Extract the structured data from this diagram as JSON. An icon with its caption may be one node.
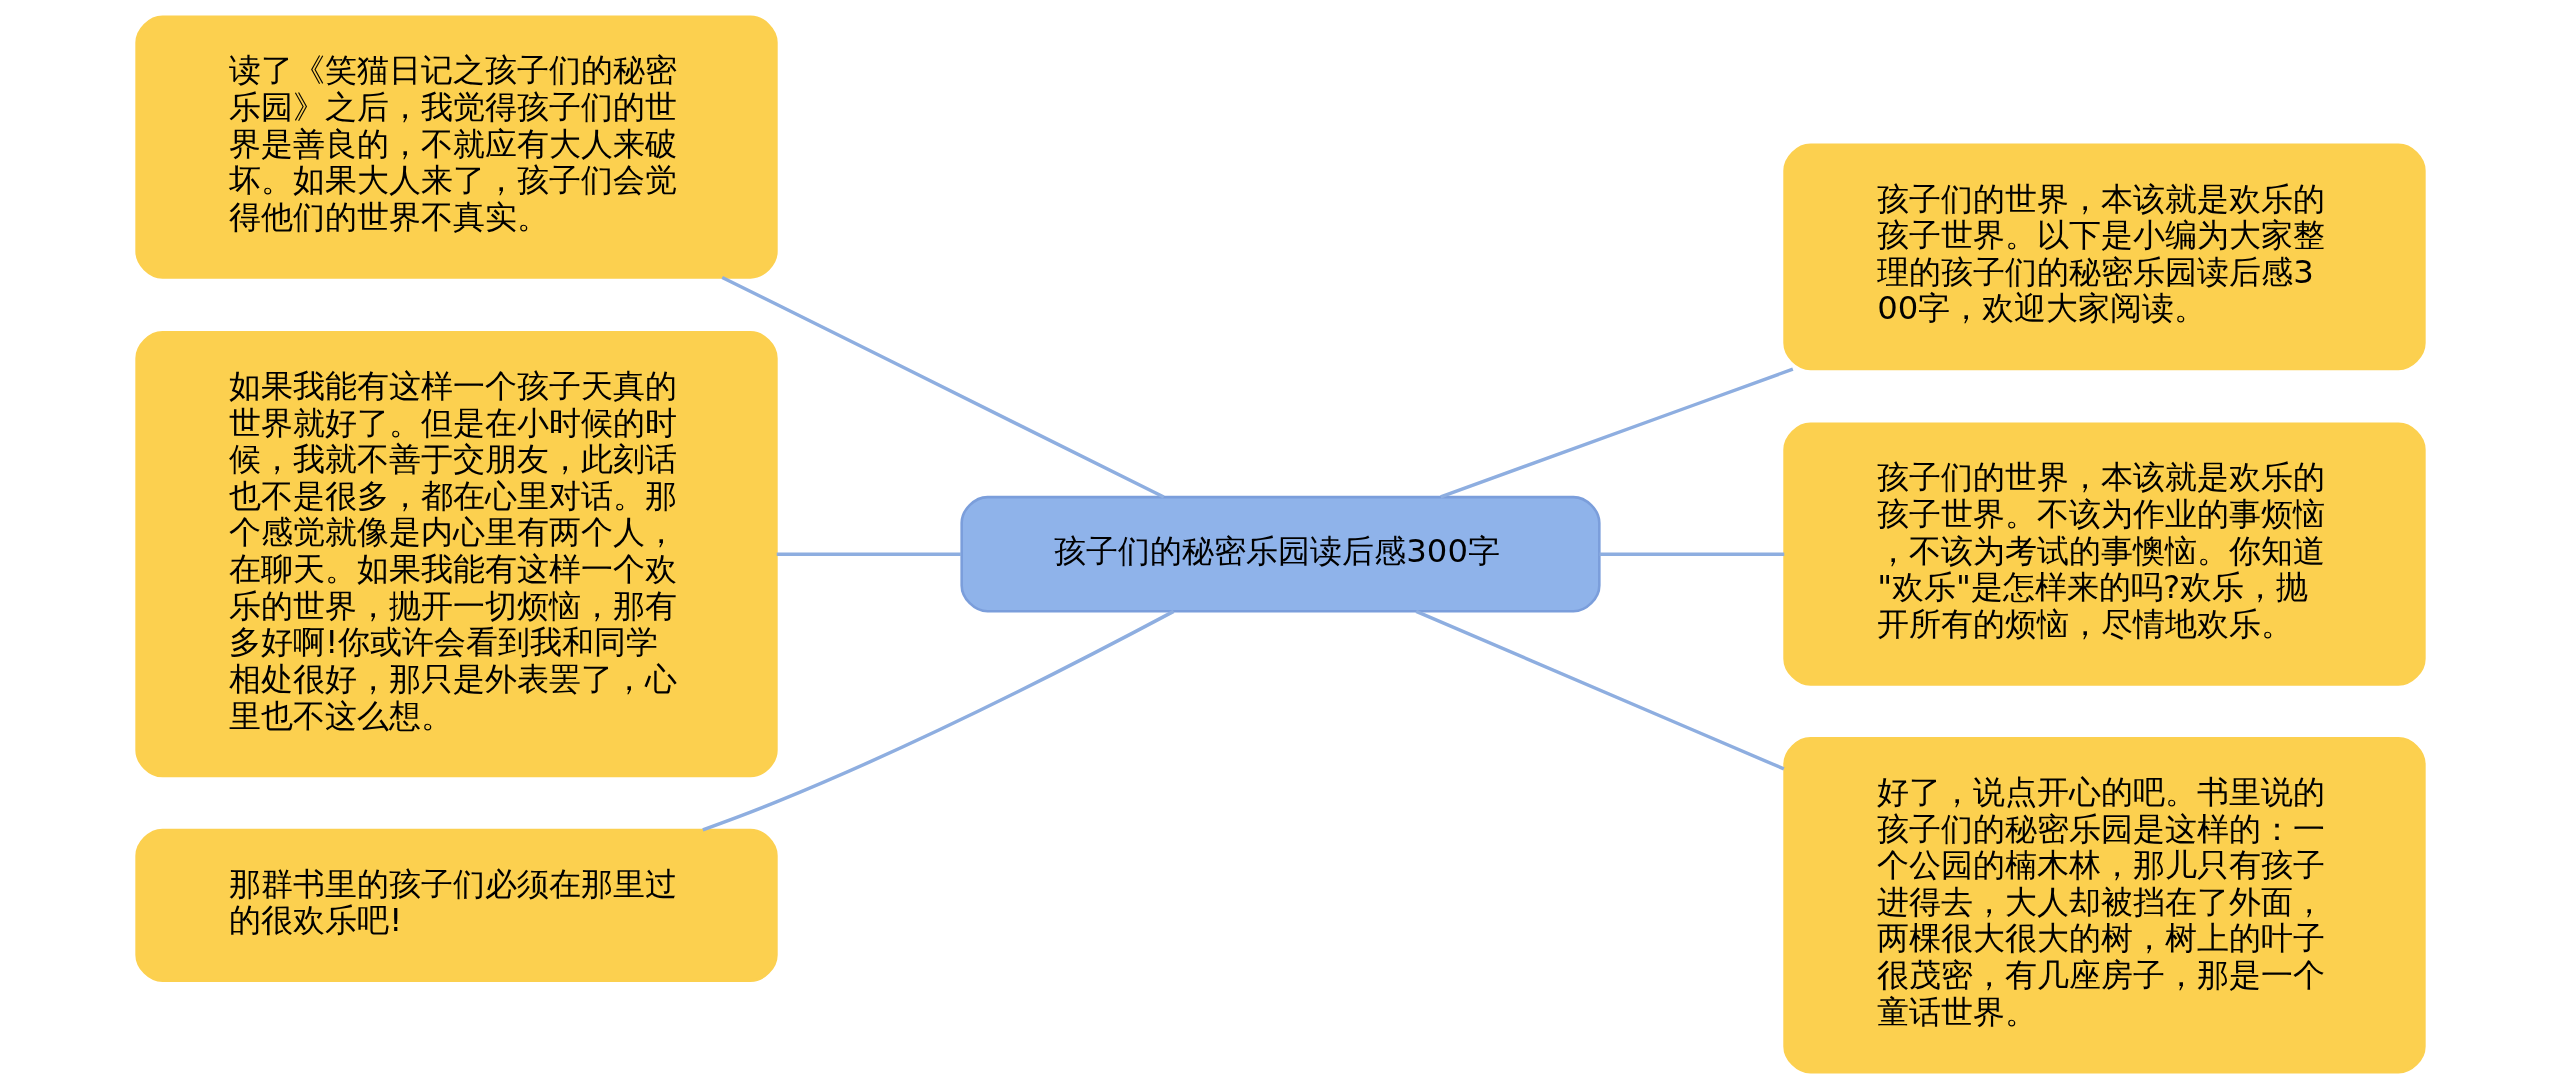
{
  "diagram": {
    "nodes": [
      {
        "text": [
          "孩子们的秘密乐园读后感300字"
        ]
      },
      {
        "text": [
          "读了《笑猫日记之孩子们的秘密乐园》之后，我觉得孩子们的世界是善良的，不就应有大人来破坏。如果大人来了，孩子们会觉得他们的世界不真实。"
        ]
      },
      {
        "text": [
          "如果我能有这样一个孩子天真的世界就好了。但是在小时候的时候，我就不善于交朋友，此刻话也不是很多，都在心里对话。那个感觉就像是内心里有两个人，在聊天。如果我能有这样一个欢乐的世界，抛开一切烦恼，那有多好啊!你或许会看到我和同学相处很好，那只是外表罢了，心里也不这么想。"
        ]
      },
      {
        "text": [
          "那群书里的孩子们必须在那里过的很欢乐吧!"
        ]
      },
      {
        "text": [
          "孩子们的世界，本该就是欢乐的孩子世界。以下是小编为大家整理的孩子们的秘密乐园读后感300字，欢迎大家阅读。"
        ]
      },
      {
        "text": [
          "孩子们的世界，本该就是欢乐的孩子世界。不该为作业的事烦恼，不该为考试的事懊恼。你知道\"欢乐\"是怎样来的吗?欢乐，抛开所有的烦恼，尽情地欢乐。"
        ]
      },
      {
        "text": [
          "好了，说点开心的吧。书里说的孩子们的秘密乐园是这样的：一个公园的楠木林，那儿只有孩子进得去，大人却被挡在了外面，两棵很大很大的树，树上的叶子很茂密，有几座房子，那是一个童话世界。"
        ]
      }
    ],
    "edges": [
      {
        "from": 0,
        "to": 1,
        "arrow": "none"
      },
      {
        "from": 0,
        "to": 2,
        "arrow": "none"
      },
      {
        "from": 0,
        "to": 3,
        "arrow": "none"
      },
      {
        "from": 0,
        "to": 4,
        "arrow": "none"
      },
      {
        "from": 0,
        "to": 5,
        "arrow": "none"
      },
      {
        "from": 0,
        "to": 6,
        "arrow": "none"
      }
    ]
  }
}
